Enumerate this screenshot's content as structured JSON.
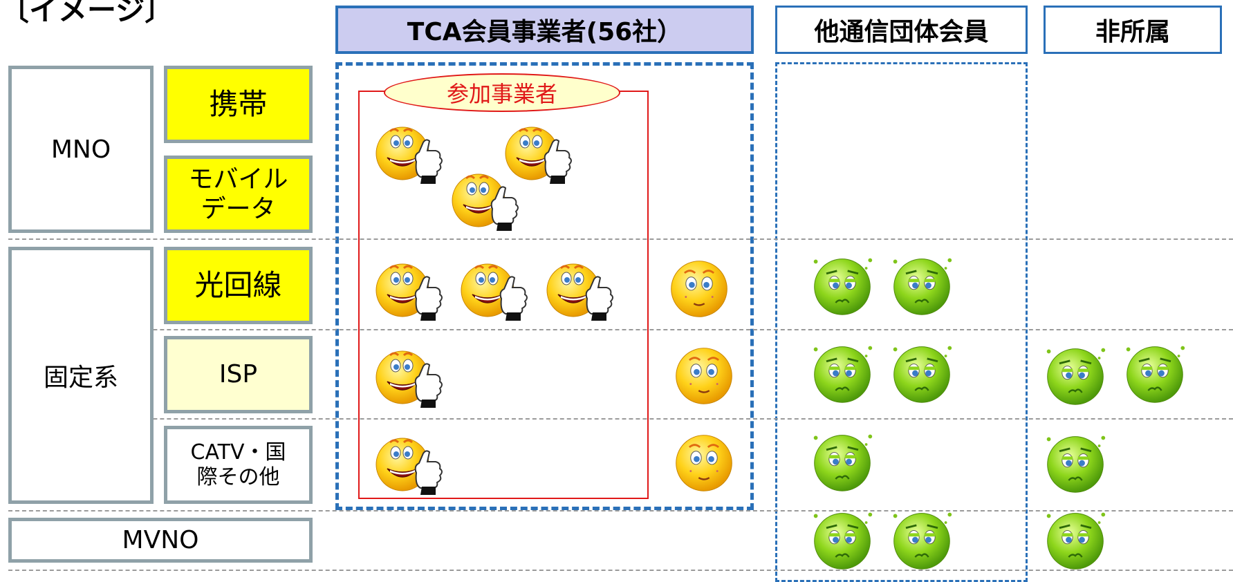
{
  "page": {
    "title_fragment": "〔イメージ〕"
  },
  "columns": {
    "tca": "TCA会員事業者(56社）",
    "other": "他通信団体会員",
    "none": "非所属"
  },
  "participants_label": "参加事業者",
  "rows": {
    "mno": {
      "label": "MNO",
      "subs": [
        "携帯",
        "モバイル\nデータ"
      ]
    },
    "fixed": {
      "label": "固定系",
      "subs": [
        "光回線",
        "ISP",
        "CATV・国\n際その他"
      ]
    },
    "mvno": {
      "label": "MVNO"
    }
  },
  "colors": {
    "border_blue": "#2a70b8",
    "header_fill": "#ccccf0",
    "participant_red": "#e01818",
    "yellow": "#ffff00",
    "pale_yellow": "#ffffd0",
    "category_gray": "#8fa1a8"
  },
  "icons": {
    "participant": "thumbs-up-smiley-icon",
    "member_nonparticipant": "smiley-icon",
    "other": "sick-green-face-icon"
  }
}
